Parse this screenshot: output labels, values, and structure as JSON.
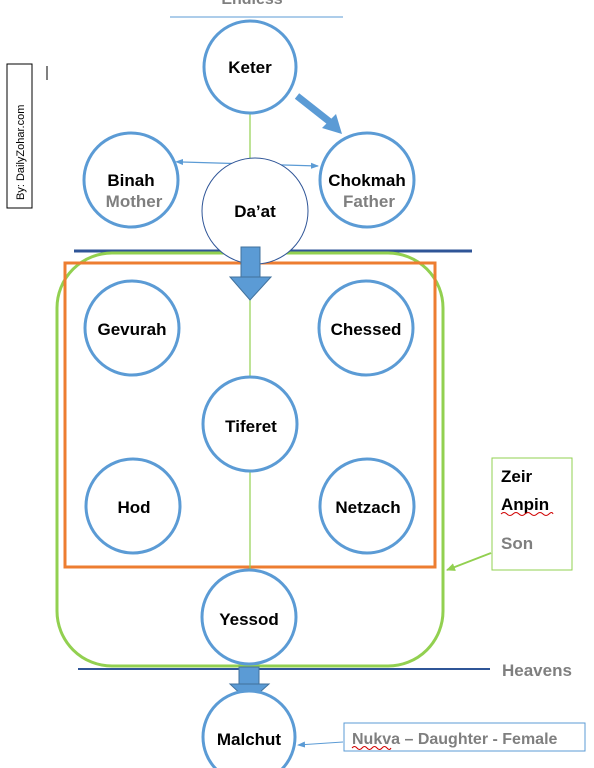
{
  "top_label": "Endless",
  "credit": "By: DailyZohar.com",
  "sefirot": {
    "keter": "Keter",
    "binah": "Binah",
    "binah_sub": "Mother",
    "chokmah": "Chokmah",
    "chokmah_sub": "Father",
    "daat": "Da’at",
    "gevurah": "Gevurah",
    "chessed": "Chessed",
    "tiferet": "Tiferet",
    "hod": "Hod",
    "netzach": "Netzach",
    "yessod": "Yessod",
    "malchut": "Malchut"
  },
  "zeir_anpin": {
    "line1": "Zeir",
    "line2": "Anpin",
    "role": "Son"
  },
  "heavens": "Heavens",
  "nukva": {
    "name": "Nukva",
    "rest": " – Daughter - Female"
  },
  "colors": {
    "node_stroke": "#5b9bd5",
    "arrow_fill": "#5b9bd5",
    "green": "#92d050",
    "orange": "#ed7d31",
    "divider": "#2f5597",
    "gray_text": "#7f7f7f"
  }
}
